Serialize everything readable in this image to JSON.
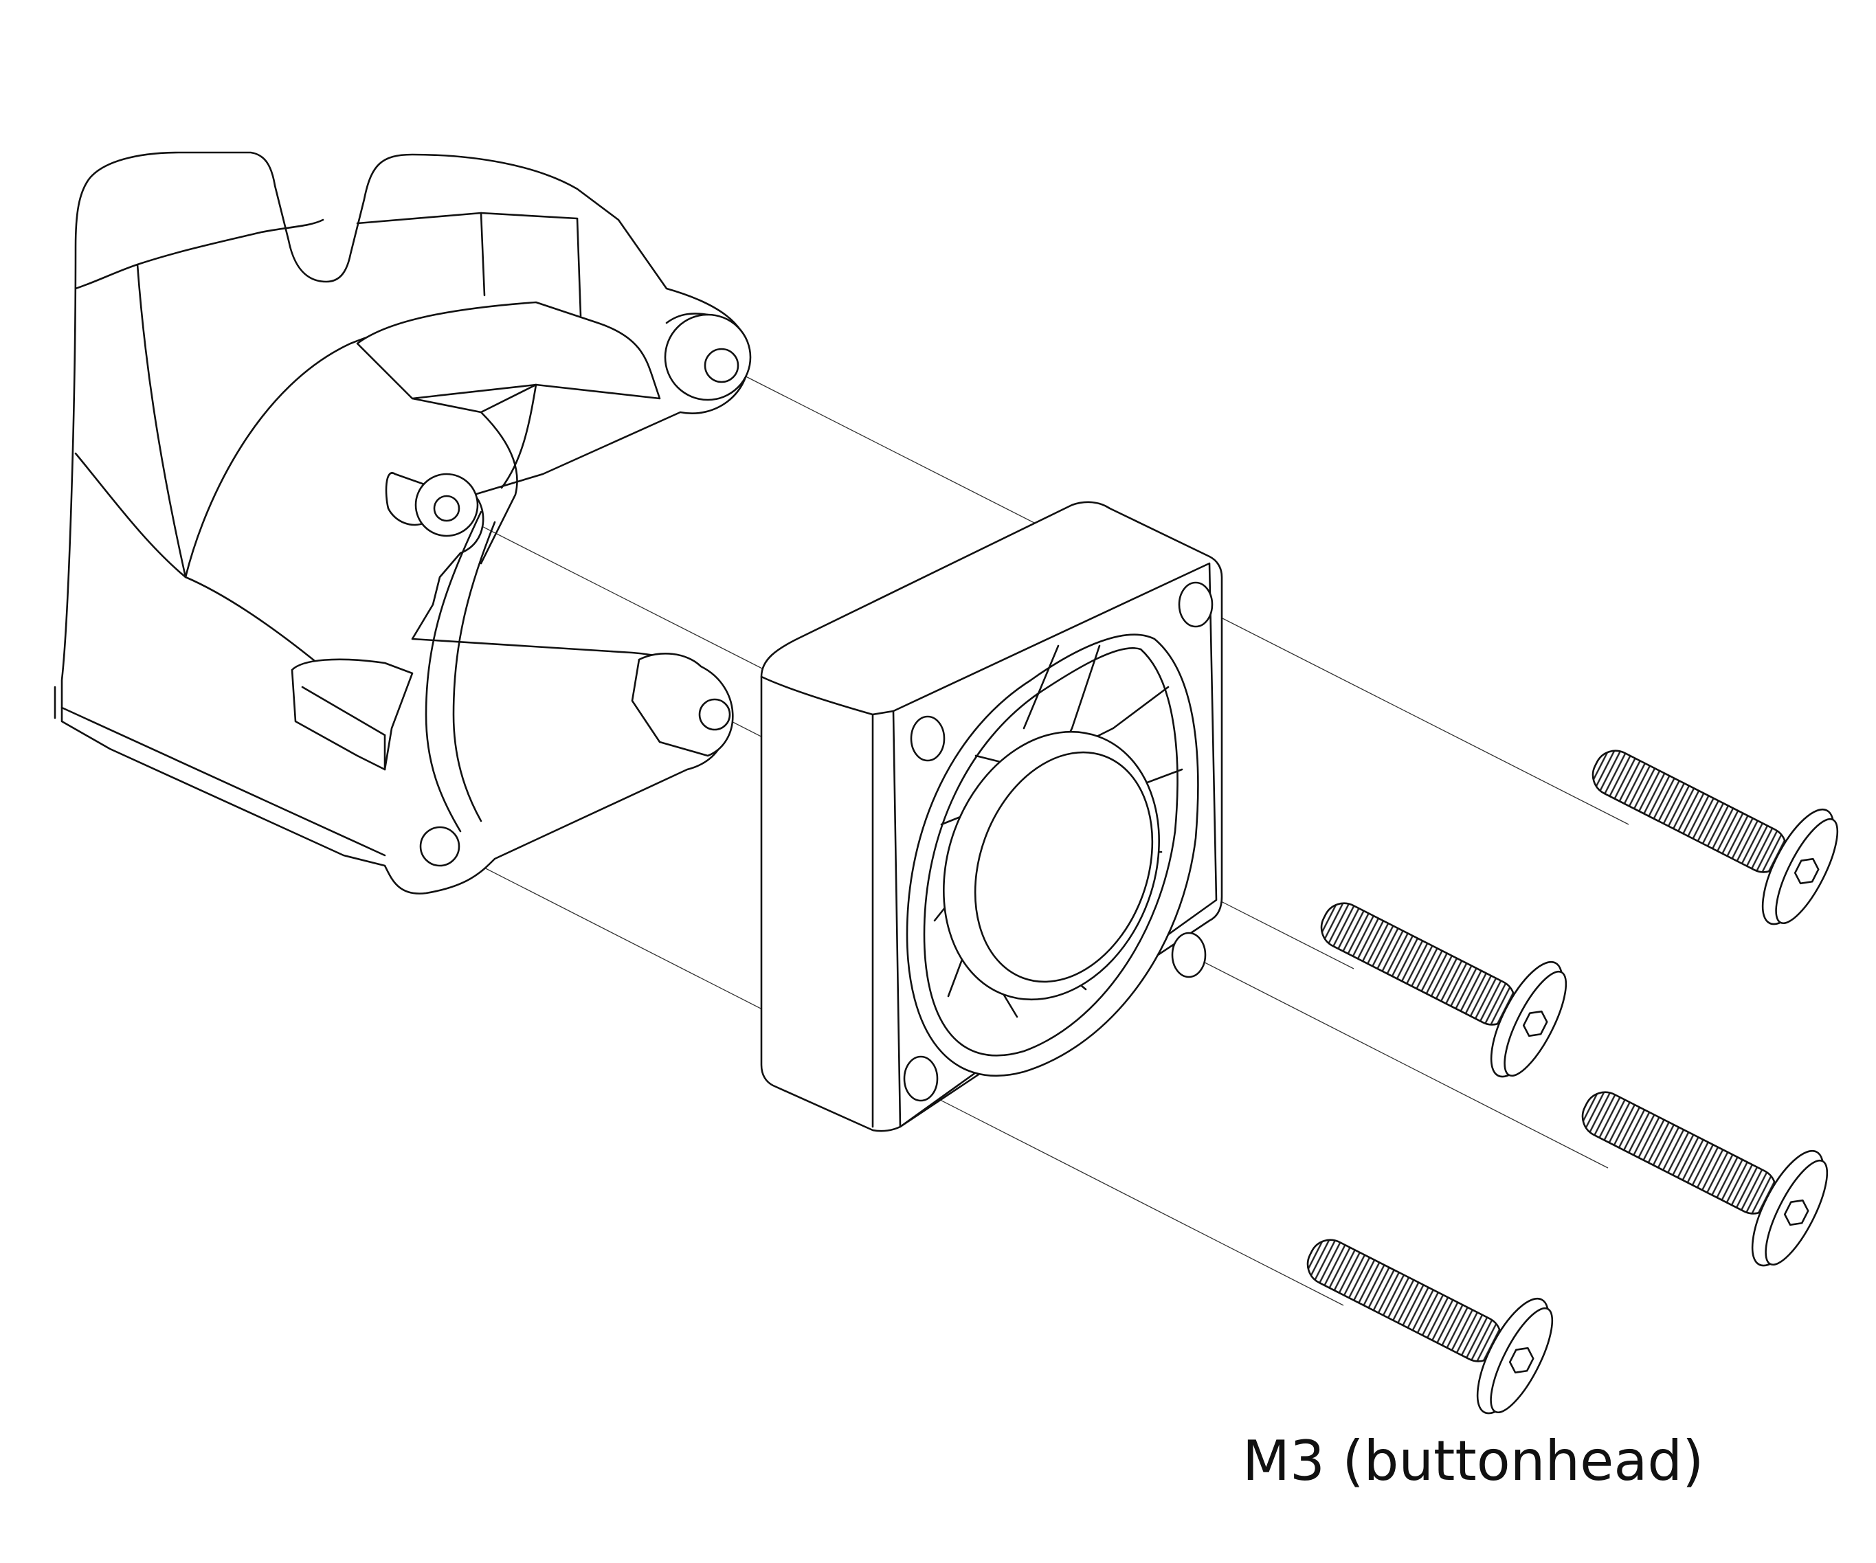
{
  "diagram": {
    "caption": "M3 (buttonhead)",
    "parts": [
      "fan-duct",
      "axial-fan",
      "m3-buttonhead-screw"
    ],
    "screw_count": 4,
    "line_color": "#111111",
    "background": "#ffffff"
  }
}
